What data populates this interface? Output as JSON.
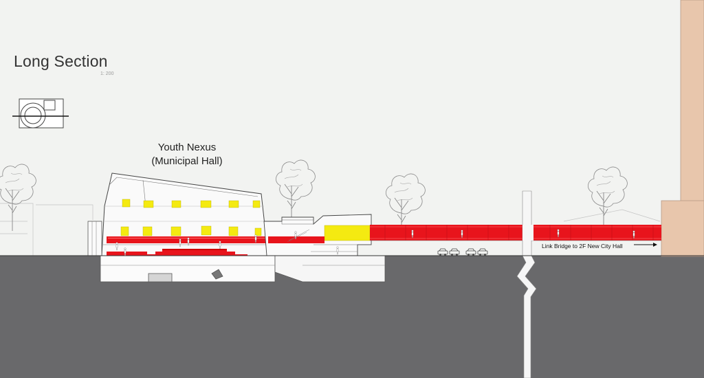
{
  "drawing": {
    "title": "Long Section",
    "scale": "1: 200",
    "building_label": [
      "Youth Nexus",
      "(Municipal Hall)"
    ],
    "bridge_label": "Link Bridge to 2F New City Hall"
  },
  "colors": {
    "background": "#f2f3f1",
    "ground": "#69696b",
    "highlight_red": "#e8141c",
    "highlight_yellow": "#f4ea11",
    "neighbor_tower": "#e8c6ac",
    "linework": "#555555"
  },
  "icons": [
    "key-plan-icon",
    "arrow-right-icon",
    "tree-icon",
    "car-icon",
    "person-icon"
  ]
}
